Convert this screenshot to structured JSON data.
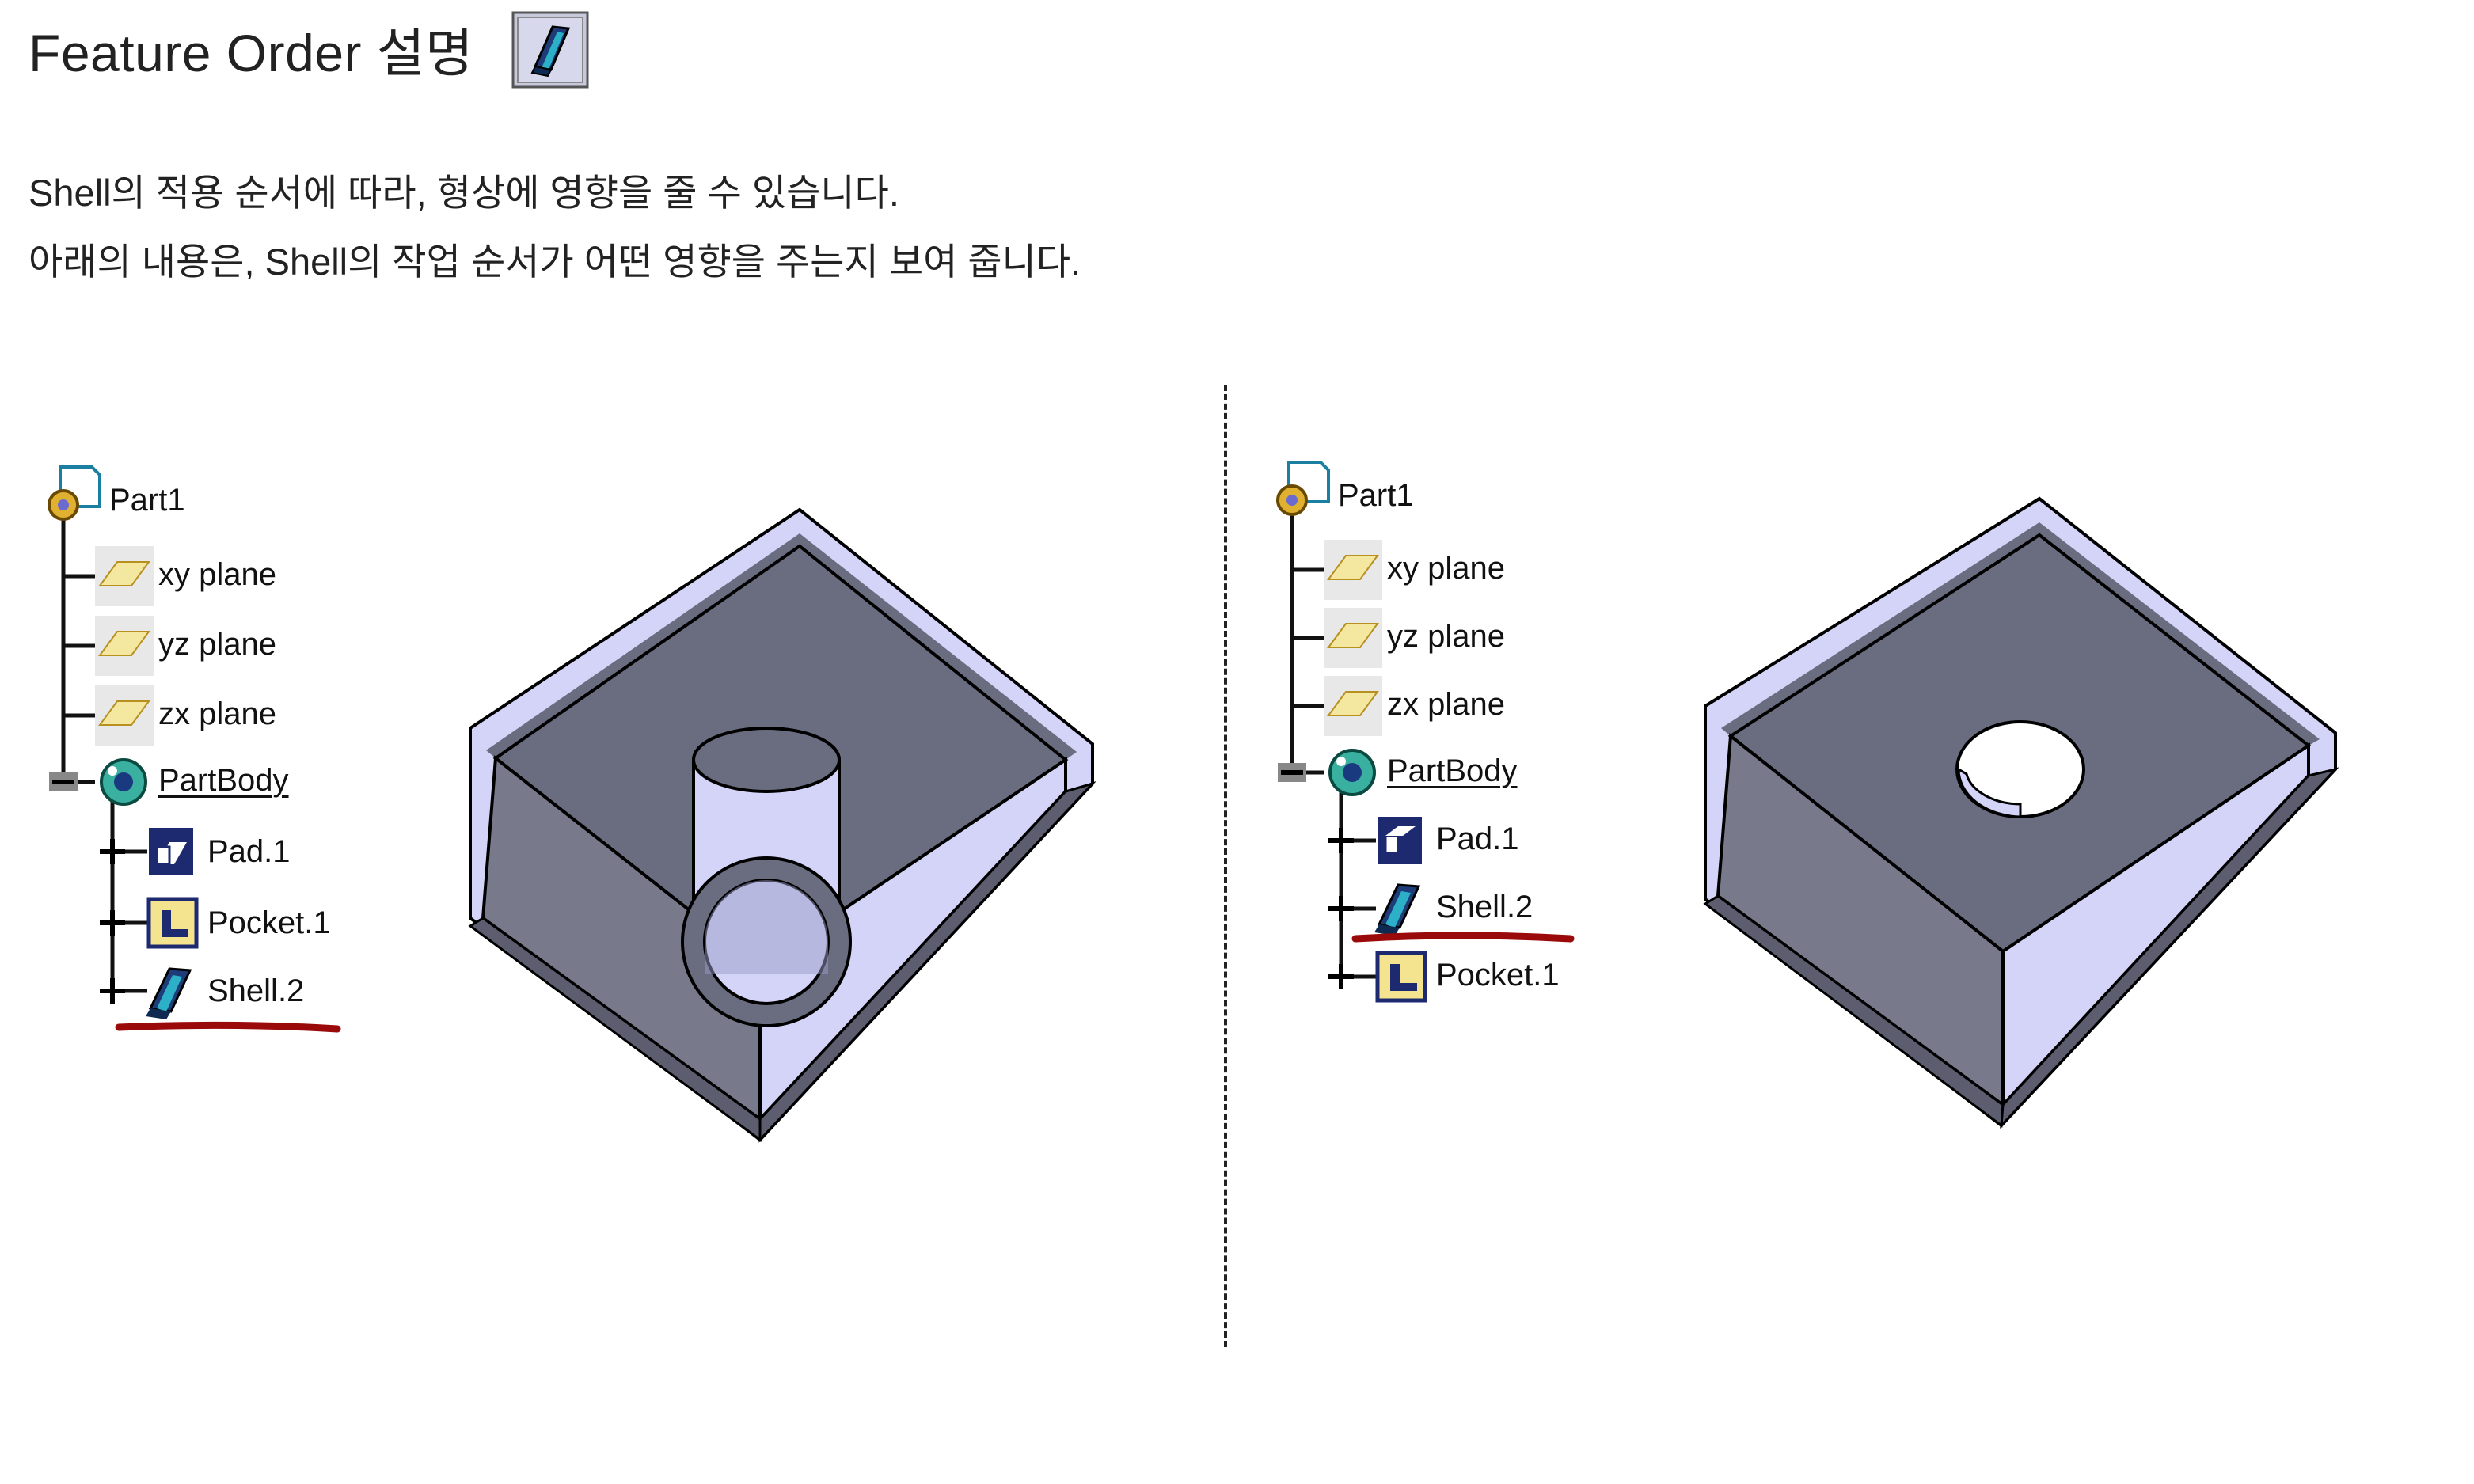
{
  "header": {
    "title": "Feature Order 설명",
    "title_icon": "shell-feature-icon"
  },
  "description": {
    "line1": "Shell의 적용 순서에 따라, 형상에 영향을 줄 수 있습니다.",
    "line2": "아래의 내용은, Shell의 작업 순서가 어떤 영향을 주는지 보여 줍니다."
  },
  "left_tree": {
    "root": "Part1",
    "planes": [
      "xy plane",
      "yz plane",
      "zx plane"
    ],
    "body": "PartBody",
    "features": [
      "Pad.1",
      "Pocket.1",
      "Shell.2"
    ],
    "highlighted": "Shell.2"
  },
  "right_tree": {
    "root": "Part1",
    "planes": [
      "xy plane",
      "yz plane",
      "zx plane"
    ],
    "body": "PartBody",
    "features": [
      "Pad.1",
      "Shell.2",
      "Pocket.1"
    ],
    "highlighted": "Shell.2"
  },
  "colors": {
    "model_top": "#6a6c80",
    "model_light": "#d4d4f8",
    "model_edge": "#000000",
    "highlight_underline": "#9b0a0a",
    "tree_line": "#111111"
  }
}
